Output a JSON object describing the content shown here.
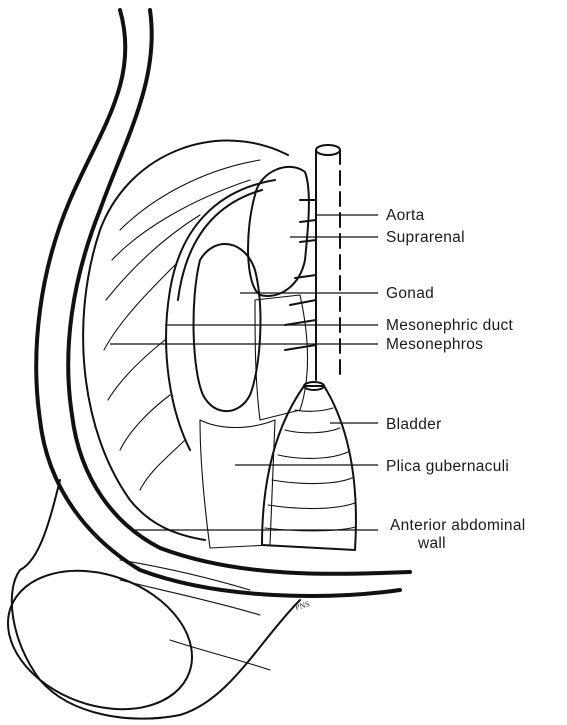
{
  "figure": {
    "labels": [
      {
        "id": "aorta",
        "text": "Aorta"
      },
      {
        "id": "suprarenal",
        "text": "Suprarenal"
      },
      {
        "id": "gonad",
        "text": "Gonad"
      },
      {
        "id": "mesonephric-duct",
        "text": "Mesonephric duct"
      },
      {
        "id": "mesonephros",
        "text": "Mesonephros"
      },
      {
        "id": "bladder",
        "text": "Bladder"
      },
      {
        "id": "plica-gubernaculi",
        "text": "Plica gubernaculi"
      },
      {
        "id": "anterior-abdominal-wall-1",
        "text": "Anterior abdominal"
      },
      {
        "id": "anterior-abdominal-wall-2",
        "text": "wall"
      }
    ],
    "signature": "PNS",
    "colors": {
      "ink": "#111111",
      "background": "#ffffff"
    }
  }
}
